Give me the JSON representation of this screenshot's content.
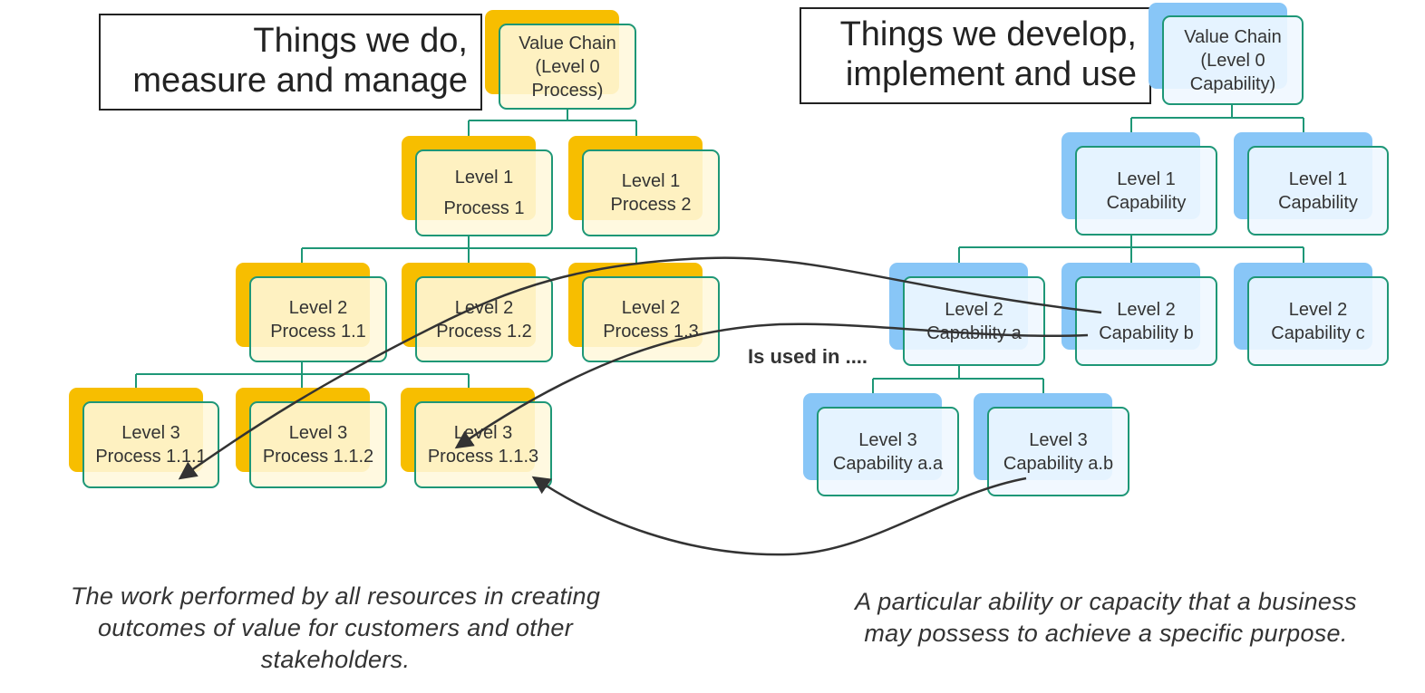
{
  "process_side": {
    "title": [
      "Things we do,",
      "measure and manage"
    ],
    "value_chain": [
      "Value Chain",
      "(Level 0",
      "Process)"
    ],
    "level1": [
      [
        "Level 1",
        "Process 1"
      ],
      [
        "Level 1",
        "Process 2"
      ]
    ],
    "level2": [
      [
        "Level 2",
        "Process 1.1"
      ],
      [
        "Level 2",
        "Process 1.2"
      ],
      [
        "Level 2",
        "Process 1.3"
      ]
    ],
    "level3": [
      [
        "Level 3",
        "Process 1.1.1"
      ],
      [
        "Level 3",
        "Process 1.1.2"
      ],
      [
        "Level 3",
        "Process 1.1.3"
      ]
    ],
    "caption": [
      "The work performed by all resources in creating",
      "outcomes of value for customers and other",
      "stakeholders."
    ]
  },
  "capability_side": {
    "title": [
      "Things we develop,",
      "implement and use"
    ],
    "value_chain": [
      "Value Chain",
      "(Level 0",
      "Capability)"
    ],
    "level1": [
      [
        "Level 1",
        "Capability"
      ],
      [
        "Level 1",
        "Capability"
      ]
    ],
    "level2": [
      [
        "Level 2",
        "Capability a"
      ],
      [
        "Level 2",
        "Capability b"
      ],
      [
        "Level 2",
        "Capability c"
      ]
    ],
    "level3": [
      [
        "Level 3",
        "Capability a.a"
      ],
      [
        "Level 3",
        "Capability a.b"
      ]
    ],
    "caption": [
      "A particular ability or capacity that a business",
      "may possess to achieve a specific purpose."
    ]
  },
  "relation_label": "Is used in ....",
  "colors": {
    "process_accent": "#F7BE00",
    "capability_accent": "#88C6F7",
    "node_border": "#1E9777",
    "arrow": "#333333"
  }
}
